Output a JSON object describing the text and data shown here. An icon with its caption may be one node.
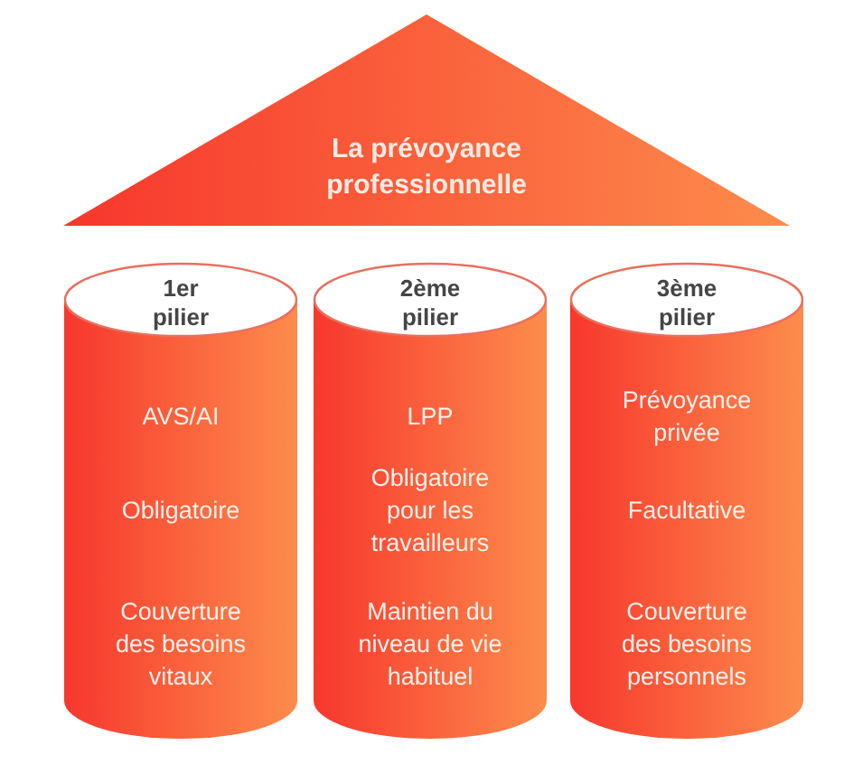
{
  "diagram": {
    "nodes": [
      {
        "text": [
          "La prévoyance professionnelle"
        ]
      },
      {
        "text": [
          "1er pilier",
          "AVS/AI",
          "Obligatoire",
          "Couverture des besoins vitaux"
        ]
      },
      {
        "text": [
          "2ème pilier",
          "LPP",
          "Obligatoire pour les travailleurs",
          "Maintien du niveau de vie habituel"
        ]
      },
      {
        "text": [
          "3ème pilier",
          "Prévoyance privée",
          "Facultative",
          "Couverture des besoins personnels"
        ]
      }
    ]
  }
}
